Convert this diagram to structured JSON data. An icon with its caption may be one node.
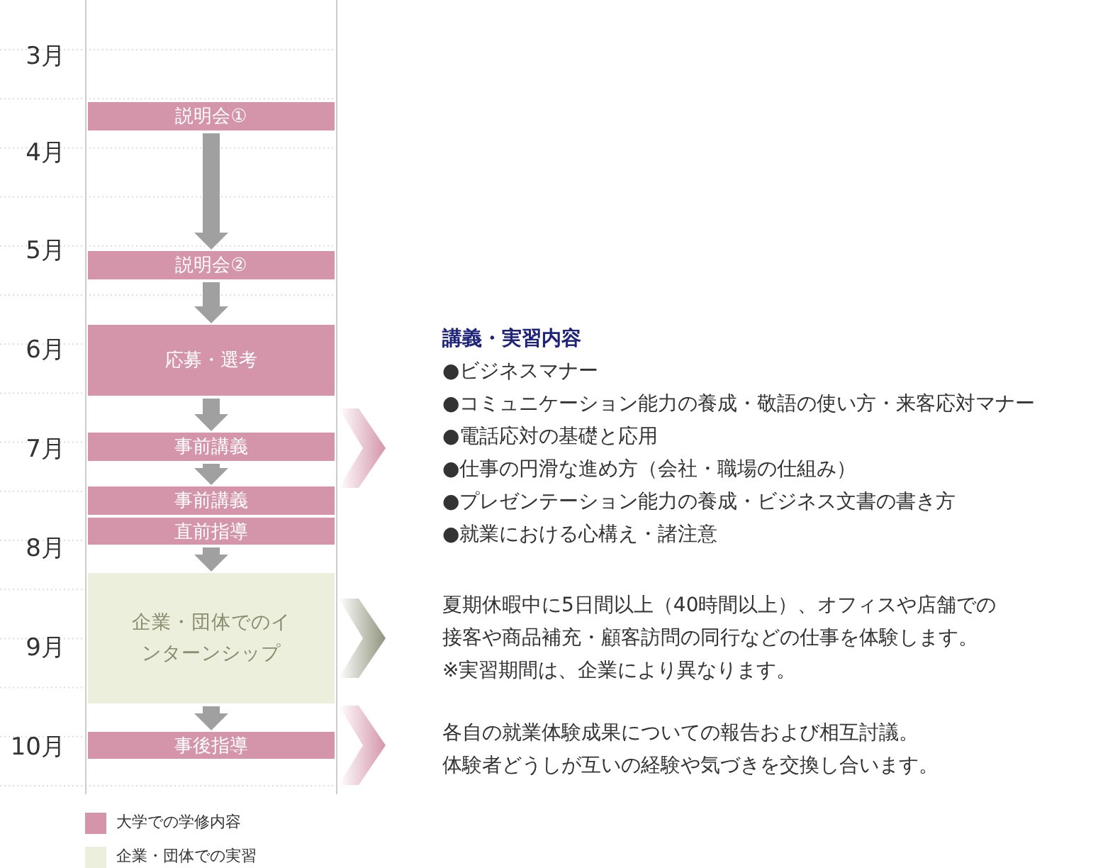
{
  "diagram": {
    "nodes": [
      {
        "text": [
          "説明会①"
        ]
      },
      {
        "text": [
          "説明会②"
        ]
      },
      {
        "text": [
          "応募・選考"
        ]
      },
      {
        "text": [
          "事前講義"
        ]
      },
      {
        "text": [
          "事前講義"
        ]
      },
      {
        "text": [
          "直前指導"
        ]
      },
      {
        "text": [
          "企業・団体でのインターンシップ"
        ]
      },
      {
        "text": [
          "事後指導"
        ]
      },
      {
        "text": [
          "講義・実習内容",
          "●ビジネスマナー",
          "●コミュニケーション能力の養成・敬語の使い方・来客応対マナー",
          "●電話応対の基礎と応用",
          "●仕事の円滑な進め方（会社・職場の仕組み）",
          "●プレゼンテーション能力の養成・ビジネス文書の書き方",
          "●就業における心構え・諸注意"
        ]
      },
      {
        "text": [
          "夏期休暇中に5日間以上（40時間以上）、オフィスや店舗での接客や商品補充・顧客訪問の同行などの仕事を体験します。",
          "※実習期間は、企業により異なります。"
        ]
      },
      {
        "text": [
          "各自の就業体験成果についての報告および相互討議。",
          "体験者どうしが互いの経験や気づきを交換し合います。"
        ]
      }
    ],
    "edges": [
      {
        "from": 0,
        "to": 1,
        "arrow": "to"
      },
      {
        "from": 1,
        "to": 2,
        "arrow": "to"
      },
      {
        "from": 2,
        "to": 3,
        "arrow": "to"
      },
      {
        "from": 3,
        "to": 4,
        "arrow": "to"
      },
      {
        "from": 5,
        "to": 6,
        "arrow": "to"
      },
      {
        "from": 6,
        "to": 7,
        "arrow": "to"
      },
      {
        "from": 3,
        "to": 8,
        "arrow": "to",
        "style": "thick",
        "color": "#d495aa"
      },
      {
        "from": 6,
        "to": 9,
        "arrow": "to",
        "style": "thick",
        "color": "#8f937c"
      },
      {
        "from": 7,
        "to": 10,
        "arrow": "to",
        "style": "thick",
        "color": "#d495aa"
      }
    ],
    "labels": [
      "3月",
      "4月",
      "5月",
      "6月",
      "7月",
      "8月",
      "9月",
      "10月"
    ],
    "legend": [
      {
        "text": "大学での学修内容",
        "color": "#d495aa"
      },
      {
        "text": "企業・団体での実習",
        "color": "#ecefdc"
      }
    ]
  }
}
